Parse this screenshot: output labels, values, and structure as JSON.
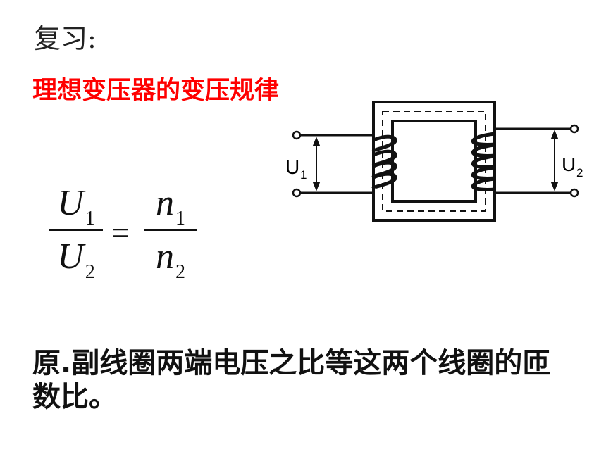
{
  "heading": "复习:",
  "title": "理想变压器的变压规律",
  "title_color": "#ff0000",
  "formula": {
    "left_numerator": "U",
    "left_numerator_sub": "1",
    "left_denominator": "U",
    "left_denominator_sub": "2",
    "equals": "=",
    "right_numerator": "n",
    "right_numerator_sub": "1",
    "right_denominator": "n",
    "right_denominator_sub": "2"
  },
  "diagram": {
    "primary_label": "U",
    "primary_sub": "1",
    "secondary_label": "U",
    "secondary_sub": "2"
  },
  "conclusion": "原.副线圈两端电压之比等这两个线圈的匝数比。"
}
